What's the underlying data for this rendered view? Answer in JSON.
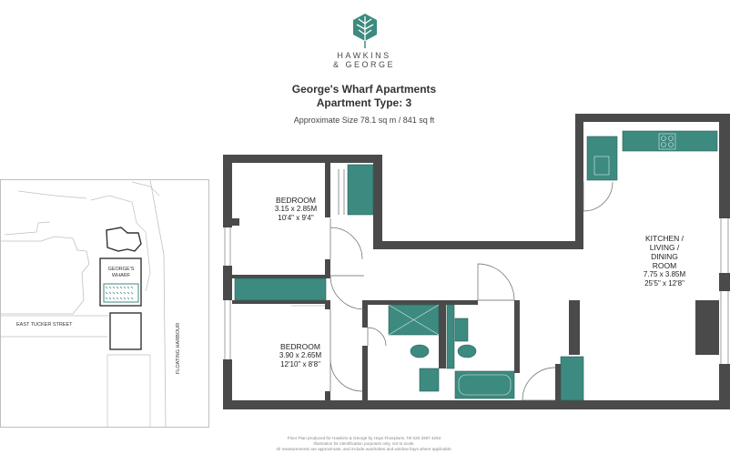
{
  "brand": {
    "name_line1": "HAWKINS",
    "name_line2": "& GEORGE",
    "accent_color": "#3d8a80",
    "wall_color": "#4a4a4a",
    "logo_icon": "tree-leaf-icon"
  },
  "header": {
    "title": "George's Wharf Apartments",
    "subtitle": "Apartment Type: 3",
    "size_text": "Approximate Size 78.1 sq m  /  841 sq ft"
  },
  "rooms": {
    "bedroom1": {
      "name": "BEDROOM",
      "metric": "3.15 x 2.85M",
      "imperial": "10'4\" x 9'4\""
    },
    "bedroom2": {
      "name": "BEDROOM",
      "metric": "3.90 x 2.65M",
      "imperial": "12'10\" x 8'8\""
    },
    "kitchen": {
      "line1": "KITCHEN /",
      "line2": "LIVING /",
      "line3": "DINING",
      "line4": "ROOM",
      "metric": "7.75 x 3.85M",
      "imperial": "25'5\" x 12'8\""
    }
  },
  "site_plan": {
    "building_label_1": "GEORGE'S",
    "building_label_2": "WHARF",
    "street_label": "EAST TUCKER STREET",
    "harbour_label": "FLOATING HARBOUR"
  },
  "footer": {
    "line1": "Floor Plan produced for Hawkins & George by Hays Floorplans. Tel 020 3397 4254",
    "line2": "Illustration for identification purposes only, not to scale.",
    "line3": "All measurements are approximate, and include wardrobes and window bays where applicable."
  }
}
